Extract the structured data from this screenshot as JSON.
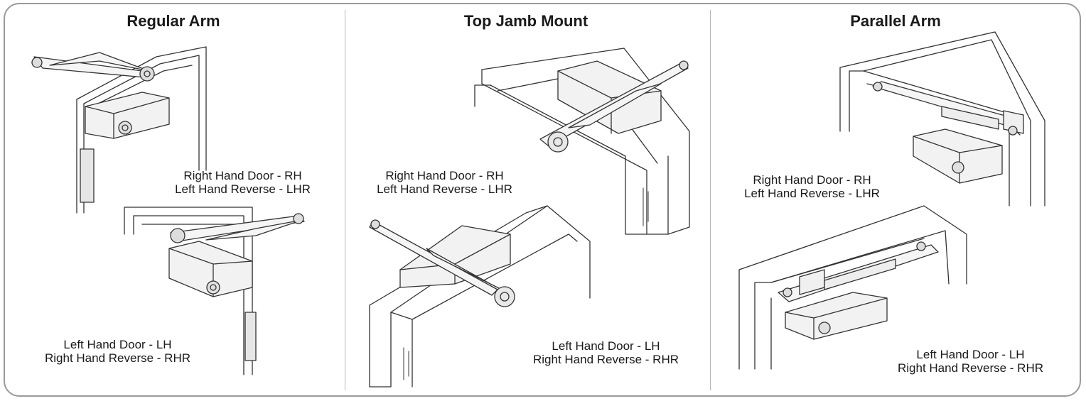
{
  "panels": [
    {
      "title": "Regular Arm",
      "figures": [
        {
          "caption": [
            "Right Hand Door - RH",
            "Left Hand Reverse - LHR"
          ]
        },
        {
          "caption": [
            "Left Hand Door - LH",
            "Right Hand Reverse - RHR"
          ]
        }
      ]
    },
    {
      "title": "Top Jamb Mount",
      "figures": [
        {
          "caption": [
            "Right Hand Door - RH",
            "Left Hand Reverse - LHR"
          ]
        },
        {
          "caption": [
            "Left Hand Door - LH",
            "Right Hand Reverse - RHR"
          ]
        }
      ]
    },
    {
      "title": "Parallel Arm",
      "figures": [
        {
          "caption": [
            "Right Hand Door - RH",
            "Left Hand Reverse - LHR"
          ]
        },
        {
          "caption": [
            "Left Hand Door - LH",
            "Right Hand Reverse - RHR"
          ]
        }
      ]
    }
  ]
}
